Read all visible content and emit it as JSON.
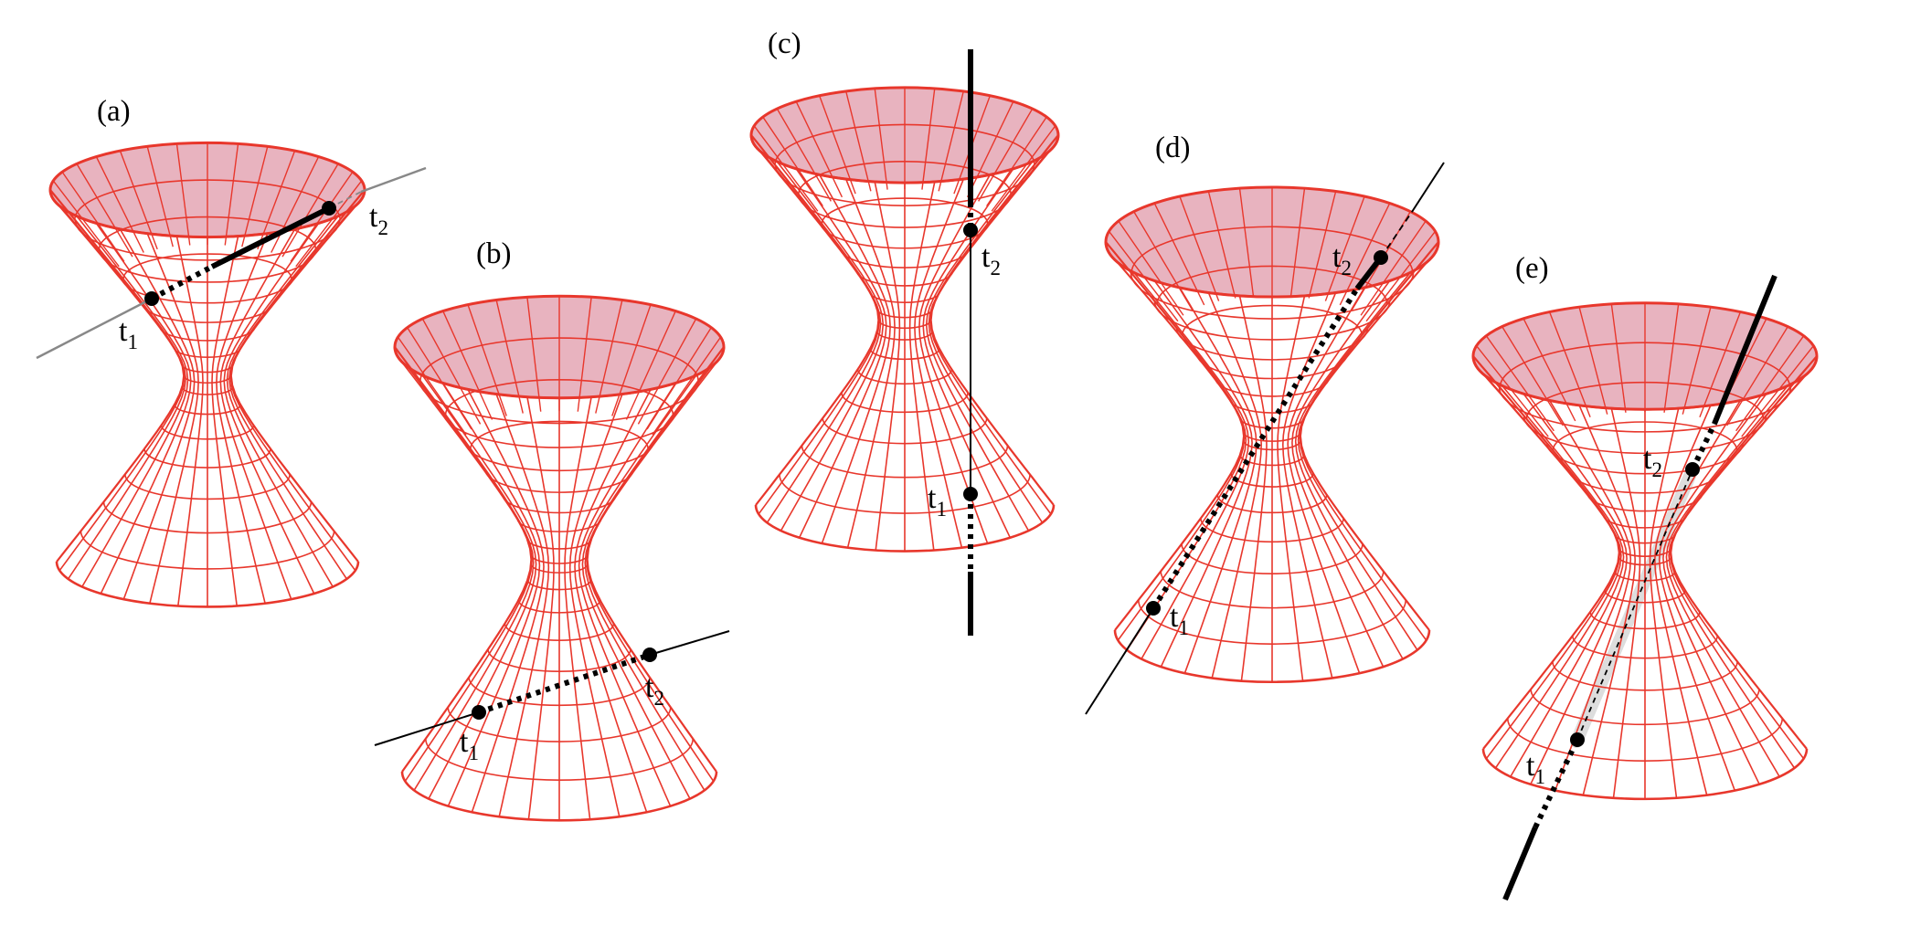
{
  "colors": {
    "mesh": "#e8372c",
    "interior_fill": "#e8b3bf",
    "line": "#000000",
    "grey_line": "#888888",
    "shadow": "#c8c8c8"
  },
  "panels": [
    {
      "label": "(a)",
      "t1": {
        "base": "t",
        "sub": "1"
      },
      "t2": {
        "base": "t",
        "sub": "2"
      }
    },
    {
      "label": "(b)",
      "t1": {
        "base": "t",
        "sub": "1"
      },
      "t2": {
        "base": "t",
        "sub": "2"
      }
    },
    {
      "label": "(c)",
      "t1": {
        "base": "t",
        "sub": "1"
      },
      "t2": {
        "base": "t",
        "sub": "2"
      }
    },
    {
      "label": "(d)",
      "t1": {
        "base": "t",
        "sub": "1"
      },
      "t2": {
        "base": "t",
        "sub": "2"
      }
    },
    {
      "label": "(e)",
      "t1": {
        "base": "t",
        "sub": "1"
      },
      "t2": {
        "base": "t",
        "sub": "2"
      }
    }
  ]
}
